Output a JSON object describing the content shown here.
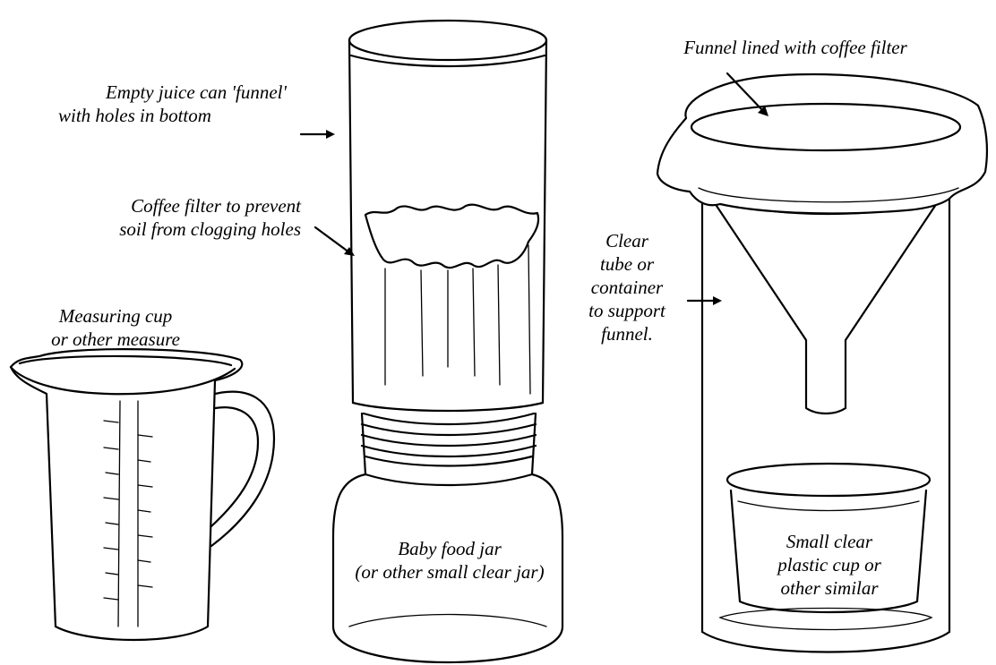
{
  "labels": {
    "juice_can": [
      "Empty juice can 'funnel'",
      "with holes in bottom"
    ],
    "coffee_filter": [
      "Coffee filter to prevent",
      "soil from clogging holes"
    ],
    "measuring_cup": [
      "Measuring cup",
      "or other measure"
    ],
    "baby_jar": [
      "Baby food jar",
      "(or other small clear jar)"
    ],
    "funnel": [
      "Funnel lined with coffee filter"
    ],
    "clear_tube": [
      "Clear",
      "tube or",
      "container",
      "to support",
      "funnel."
    ],
    "plastic_cup": [
      "Small clear",
      "plastic cup or",
      "other similar"
    ]
  }
}
